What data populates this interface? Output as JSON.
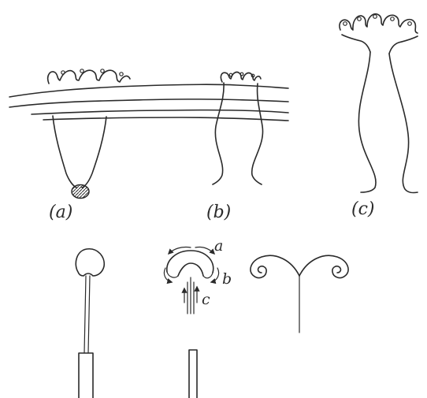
{
  "panels": {
    "a": {
      "label": "(a)"
    },
    "b": {
      "label": "(b)"
    },
    "c": {
      "label": "(c)"
    }
  },
  "flow_arrows": {
    "a": "a",
    "b": "b",
    "c": "c"
  }
}
